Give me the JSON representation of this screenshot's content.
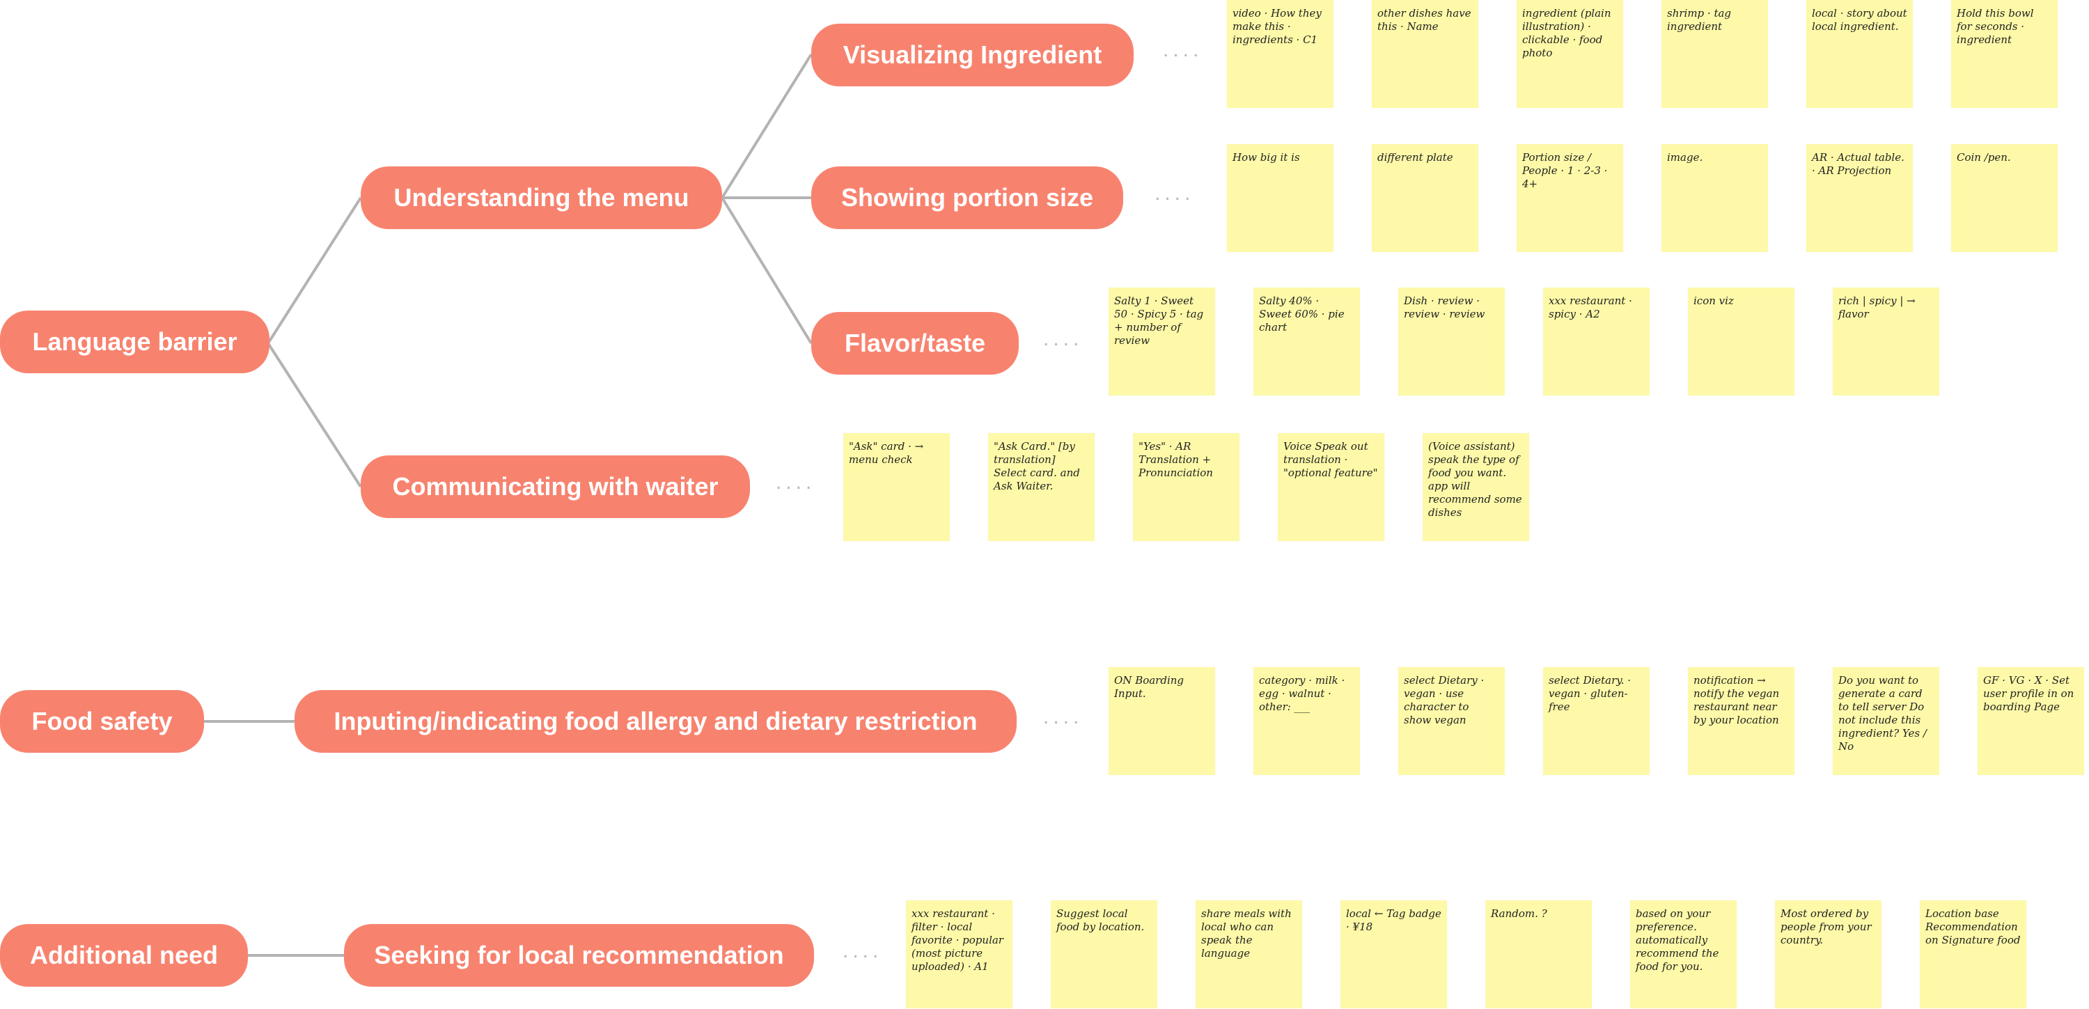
{
  "colors": {
    "node": "#f7836f",
    "note": "#fdf9a8",
    "line": "#b3b3b3"
  },
  "nodes": {
    "language_barrier": "Language barrier",
    "understanding_menu": "Understanding the menu",
    "visualizing_ingredient": "Visualizing Ingredient",
    "showing_portion": "Showing portion size",
    "flavor_taste": "Flavor/taste",
    "communicating_waiter": "Communicating with waiter",
    "food_safety": "Food safety",
    "allergy_dietary": "Inputing/indicating food allergy and dietary restriction",
    "additional_need": "Additional need",
    "local_recommendation": "Seeking for local recommendation"
  },
  "dots": "....",
  "notes": {
    "visualizing": [
      "video · How they make this · ingredients · C1",
      "other dishes have this · Name",
      "ingredient (plain illustration) · clickable · food photo",
      "shrimp · tag ingredient",
      "local · story about local ingredient.",
      "Hold this bowl for seconds · ingredient"
    ],
    "portion": [
      "How big it is",
      "different plate",
      "Portion size / People · 1 · 2-3 · 4+",
      "image.",
      "AR · Actual table. · AR Projection",
      "Coin /pen."
    ],
    "flavor": [
      "Salty 1 · Sweet 50 · Spicy 5 · tag + number of review",
      "Salty 40% · Sweet 60% · pie chart",
      "Dish · review · review · review",
      "xxx restaurant · spicy · A2",
      "icon viz",
      "rich | spicy | → flavor"
    ],
    "waiter": [
      "\"Ask\" card · → menu check",
      "\"Ask Card.\" [by translation] Select card. and Ask Waiter.",
      "\"Yes\" · AR Translation + Pronunciation",
      "Voice Speak out translation · \"optional feature\"",
      "(Voice assistant) speak the type of food you want. app will recommend some dishes"
    ],
    "safety": [
      "ON Boarding Input.",
      "category · milk · egg · walnut · other: ___",
      "select Dietary · vegan · use character to show vegan",
      "select Dietary. · vegan · gluten-free",
      "notification → notify the vegan restaurant near by your location",
      "Do you want to generate a card to tell server Do not include this ingredient? Yes / No",
      "GF · VG · X · Set user profile in on boarding Page"
    ],
    "local": [
      "xxx restaurant · filter · local favorite · popular (most picture uploaded) · A1",
      "Suggest local food by location.",
      "share meals with local who can speak the language",
      "local ← Tag badge · ¥18",
      "Random. ?",
      "based on your preference. automatically recommend the food for you.",
      "Most ordered by people from your country.",
      "Location base Recommendation on Signature food"
    ]
  }
}
